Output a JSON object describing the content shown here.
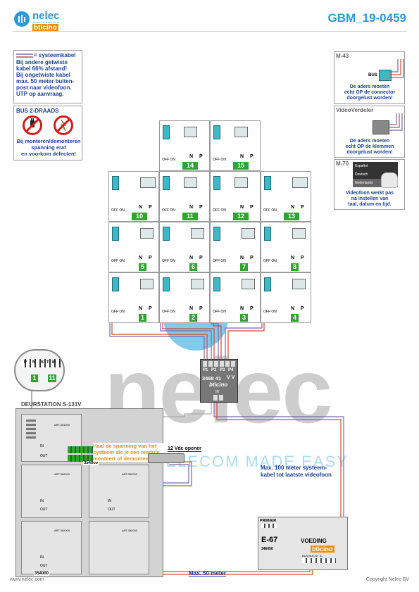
{
  "header": {
    "brand": "nelec",
    "brand_tagline": "TELECOM MADE EASY",
    "sub_brand": "bticino",
    "doc_id": "GBM_19-0459"
  },
  "notes": {
    "cable_title": "= systeemkabel",
    "cable_lines": [
      "Bij andere getwiste",
      "kabel 66% afstand!",
      "Bij ongetwiste kabel",
      "max. 50 meter buiten-",
      "post naar videofoon.",
      "UTP op aanvraag."
    ],
    "bus_title": "BUS 2-DRAADS",
    "bus_warning": [
      "Bij monteren/demonteren",
      "spanning eraf",
      "en voorkom defecten!"
    ]
  },
  "side_panels": [
    {
      "title": "M-43",
      "label": "BUS",
      "text": [
        "De aders moeten",
        "echt OP de connector",
        "doorgelust worden!"
      ]
    },
    {
      "title": "VideoVerdeler",
      "text": [
        "De aders moeten",
        "echt OP de klemmen",
        "doorgelust worden!"
      ]
    },
    {
      "title": "M-70",
      "menu": [
        "Español",
        "Deutsch",
        "Nederlands"
      ],
      "text": [
        "Videofoon werkt pas",
        "na instellen van",
        "taal, datum en tijd."
      ]
    }
  ],
  "grid": {
    "off_on": "OFF ON",
    "n": "N",
    "p": "P",
    "rows": [
      [
        "14",
        "15"
      ],
      [
        "10",
        "11",
        "12",
        "13"
      ],
      [
        "5",
        "6",
        "7",
        "8"
      ],
      [
        "1",
        "2",
        "3",
        "4"
      ]
    ]
  },
  "distributor": {
    "ports": [
      "P1",
      "P2",
      "P3",
      "P4"
    ],
    "model": "3468 41",
    "vv": "V V",
    "brand": "bticino",
    "in_label": "IN"
  },
  "door_station": {
    "title": "DEURSTATION S-131V",
    "dip_labels": [
      "P",
      "N",
      "S",
      "T",
      "M"
    ],
    "dip_values": [
      "1",
      "11"
    ],
    "part_main": "ART.351000",
    "part_module": "ART.352000",
    "in_label": "IN",
    "out_label": "OUT",
    "code_top": "354000",
    "code_bottom": "354000"
  },
  "annotations": {
    "orange_note": [
      "Haal de spanning van het",
      "systeem als je een module",
      "monteert of demonteert!"
    ],
    "opener": "12 Vdc opener",
    "max100": [
      "Max. 100 meter systeem-",
      "kabel tot laatste videofoon"
    ],
    "max50": "Max. 50 meter"
  },
  "power_supply": {
    "primair": "PRIMAIR",
    "model": "E-67",
    "label": "VOEDING",
    "code": "346050",
    "brand": "bticino",
    "terminals": "BUS  BUS  S+  S-"
  },
  "watermark": {
    "word": "nelec",
    "tagline": "TELECOM MADE EASY"
  },
  "footer": {
    "url": "www.nelec.com",
    "copyright": "Copyright Nelec BV"
  },
  "colors": {
    "accent_blue": "#1a3f9c",
    "title_blue": "#2b9ad8",
    "green": "#2fa52f",
    "orange": "#e8900c",
    "cable_red": "#d04b30",
    "cable_purple": "#7a66b0"
  }
}
